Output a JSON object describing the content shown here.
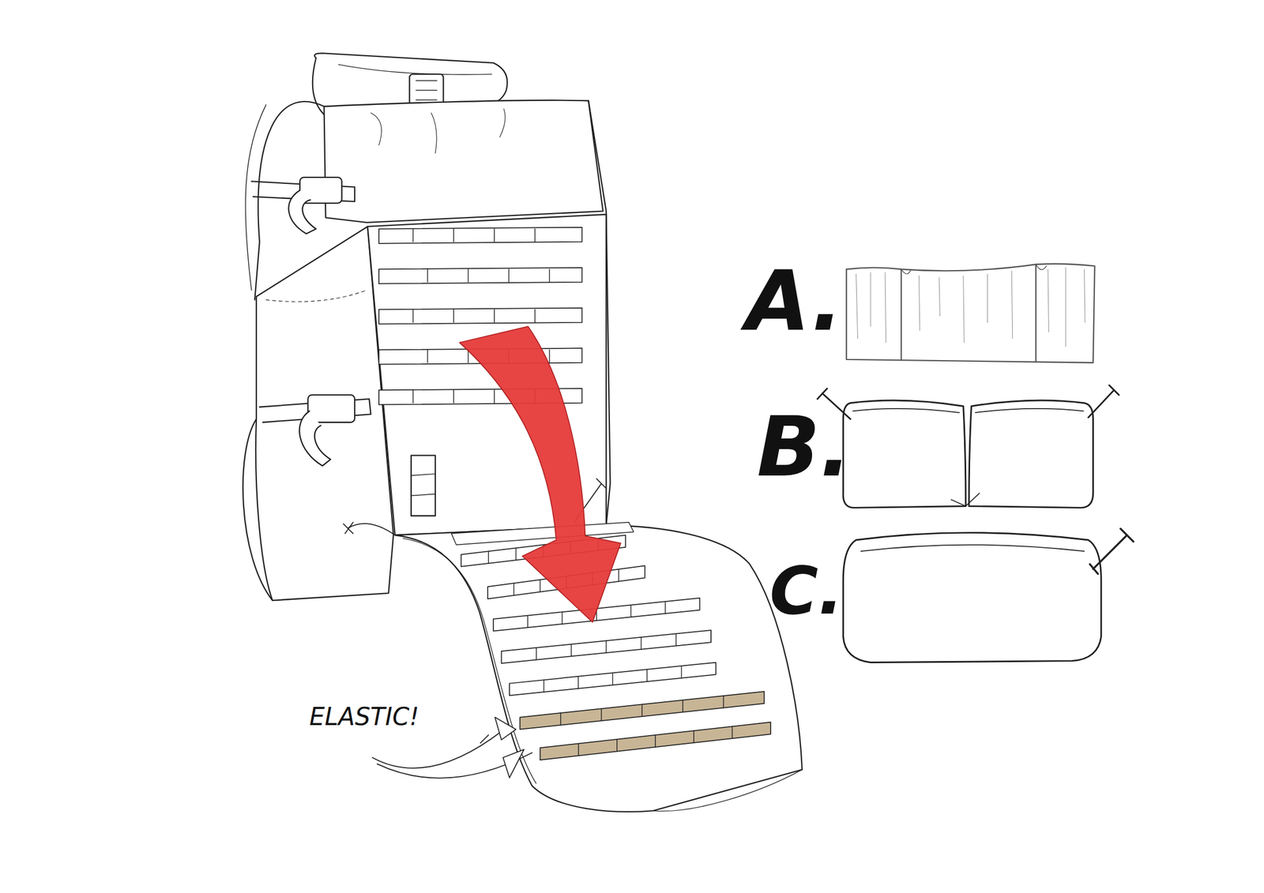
{
  "diagram": {
    "labels": [
      "A.",
      "B.",
      "C.",
      "ELASTIC!"
    ]
  }
}
